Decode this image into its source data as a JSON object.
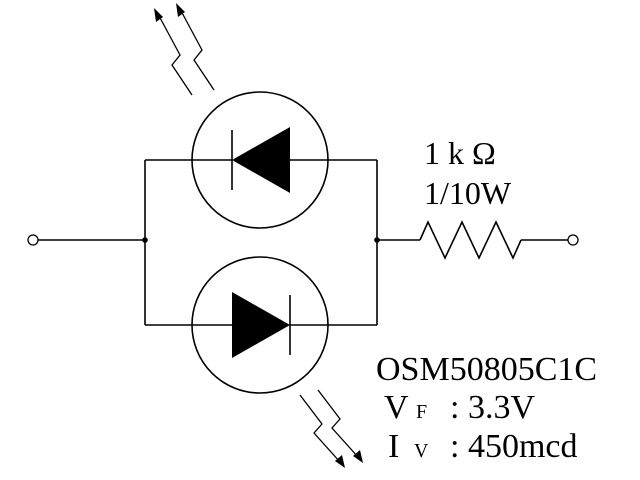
{
  "resistor": {
    "value": "1 k Ω",
    "power": "1/10W"
  },
  "led": {
    "part_number": "OSM50805C1C",
    "vf_symbol": "V",
    "vf_subscript": "F",
    "vf_value": ": 3.3V",
    "iv_symbol": "I",
    "iv_subscript": "V",
    "iv_value": ": 450mcd"
  },
  "colors": {
    "ink": "#000000",
    "background": "#ffffff"
  }
}
